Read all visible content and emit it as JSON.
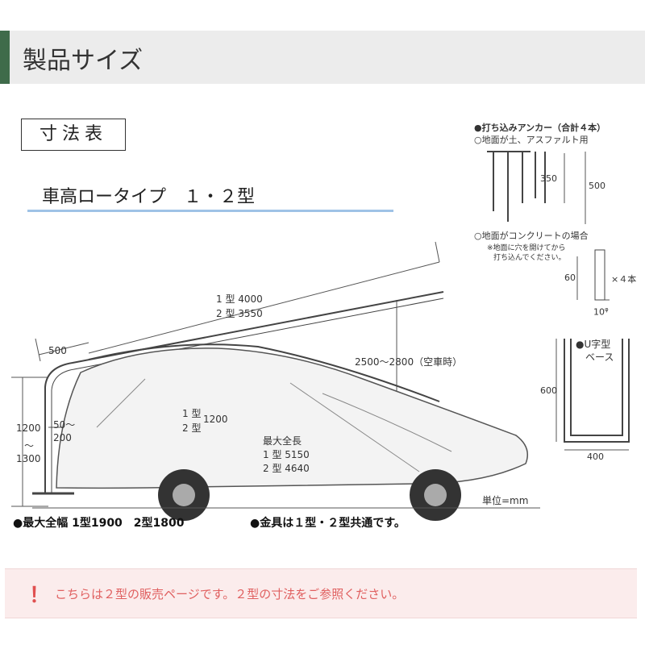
{
  "header": {
    "title": "製品サイズ"
  },
  "dimension_box": {
    "label": "寸法表"
  },
  "model": {
    "title": "車高ロータイプ　１・２型"
  },
  "car_labels": {
    "arm_length_l1": "1 型 4000",
    "arm_length_l2": "2 型 3550",
    "offset": "500",
    "height_range": "2500～2800（空車時）",
    "cover_h_1": "1 型",
    "cover_h_2": "2 型",
    "cover_h_val": "1200",
    "post_h_top": "1200",
    "post_h_mid": "～",
    "post_h_bot": "1300",
    "post_w1": "50～",
    "post_w2": "200",
    "max_len_title": "最大全長",
    "max_len_1": "1 型 5150",
    "max_len_2": "2 型 4640",
    "unit": "単位=mm"
  },
  "specs": {
    "width": "●最大全幅 1型1900　2型1800",
    "fitting": "●金具は１型・２型共通です。"
  },
  "anchor": {
    "title": "●打ち込みアンカー（合計４本）",
    "soil": "○地面が土、アスファルト用",
    "d350": "350",
    "d500": "500",
    "concrete": "○地面がコンクリートの場合",
    "note1": "※地面に穴を開けてから",
    "note2": "打ち込んでください。",
    "d60": "60",
    "qty": "×４本",
    "d10": "10",
    "d10_sup": "φ"
  },
  "base": {
    "title1": "●U字型",
    "title2": "ベース",
    "d600": "600",
    "d400": "400"
  },
  "banner": {
    "mark": "！",
    "text": "こちらは２型の販売ページです。２型の寸法をご参照ください。"
  }
}
